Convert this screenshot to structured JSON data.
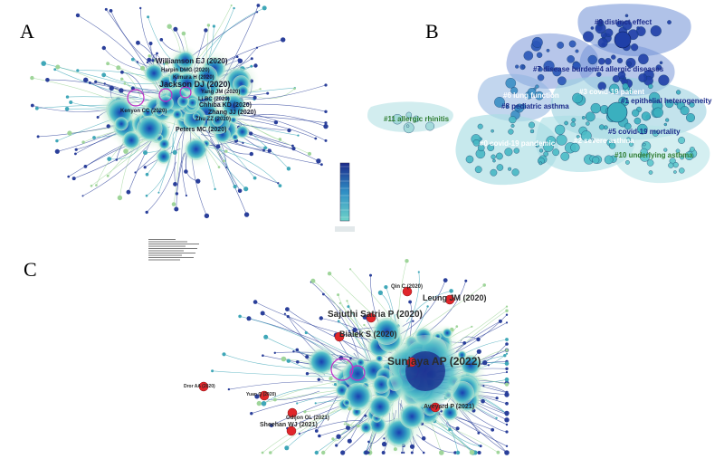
{
  "panels": [
    {
      "letter": "A"
    },
    {
      "letter": "B"
    },
    {
      "letter": "C"
    }
  ],
  "panel_a": {
    "labels": [
      {
        "text": "Williamson EJ (2020)",
        "size": 8
      },
      {
        "text": "Harpin DMG (2020)",
        "size": 6
      },
      {
        "text": "Kimura H (2020)",
        "size": 6
      },
      {
        "text": "Jackson DJ (2020)",
        "size": 9
      },
      {
        "text": "Yang JM (2020)",
        "size": 6
      },
      {
        "text": "Li BC (2020)",
        "size": 6
      },
      {
        "text": "Chhiba KD (2020)",
        "size": 7
      },
      {
        "text": "Zhang JJ (2020)",
        "size": 7
      },
      {
        "text": "Kenyon CC (2020)",
        "size": 6
      },
      {
        "text": "Zhu ZZ (2020)",
        "size": 6
      },
      {
        "text": "Peters MC (2020)",
        "size": 7
      }
    ]
  },
  "panel_b": {
    "clusters": [
      {
        "text": "#9 distinct effect",
        "color": "#1b2a8a"
      },
      {
        "text": "#7 disease burden",
        "color": "#1b2a8a"
      },
      {
        "text": "#4 allergic diseases",
        "color": "#1b2a8a"
      },
      {
        "text": "#6 lung function",
        "color": "#ffffff"
      },
      {
        "text": "#3 covid-19 patient",
        "color": "#ffffff"
      },
      {
        "text": "#1 epithelial heterogeneity",
        "color": "#1b2a8a"
      },
      {
        "text": "#8 pediatric asthma",
        "color": "#1b2a8a"
      },
      {
        "text": "#11 allergic rhinitis",
        "color": "#2e7d32"
      },
      {
        "text": "#0 covid-19 pandemic",
        "color": "#ffffff"
      },
      {
        "text": "#2 severe asthma",
        "color": "#ffffff"
      },
      {
        "text": "#5 covid-19 mortality",
        "color": "#1b2a8a"
      },
      {
        "text": "#10 underlying asthma",
        "color": "#2e7d32"
      }
    ]
  },
  "panel_c": {
    "labels": [
      {
        "text": "Qin C (2020)",
        "size": 6
      },
      {
        "text": "Leung JM (2020)",
        "size": 9
      },
      {
        "text": "Sajuthi Satria P (2020)",
        "size": 10
      },
      {
        "text": "Bialek S (2020)",
        "size": 9
      },
      {
        "text": "Sunjaya AP (2022)",
        "size": 12
      },
      {
        "text": "Dror AA (2020)",
        "size": 5
      },
      {
        "text": "Yuan Q (2020)",
        "size": 5
      },
      {
        "text": "Aveyard P (2021)",
        "size": 7
      },
      {
        "text": "Odijon OL (2021)",
        "size": 6
      },
      {
        "text": "Sheehan WJ (2021)",
        "size": 7
      }
    ]
  }
}
